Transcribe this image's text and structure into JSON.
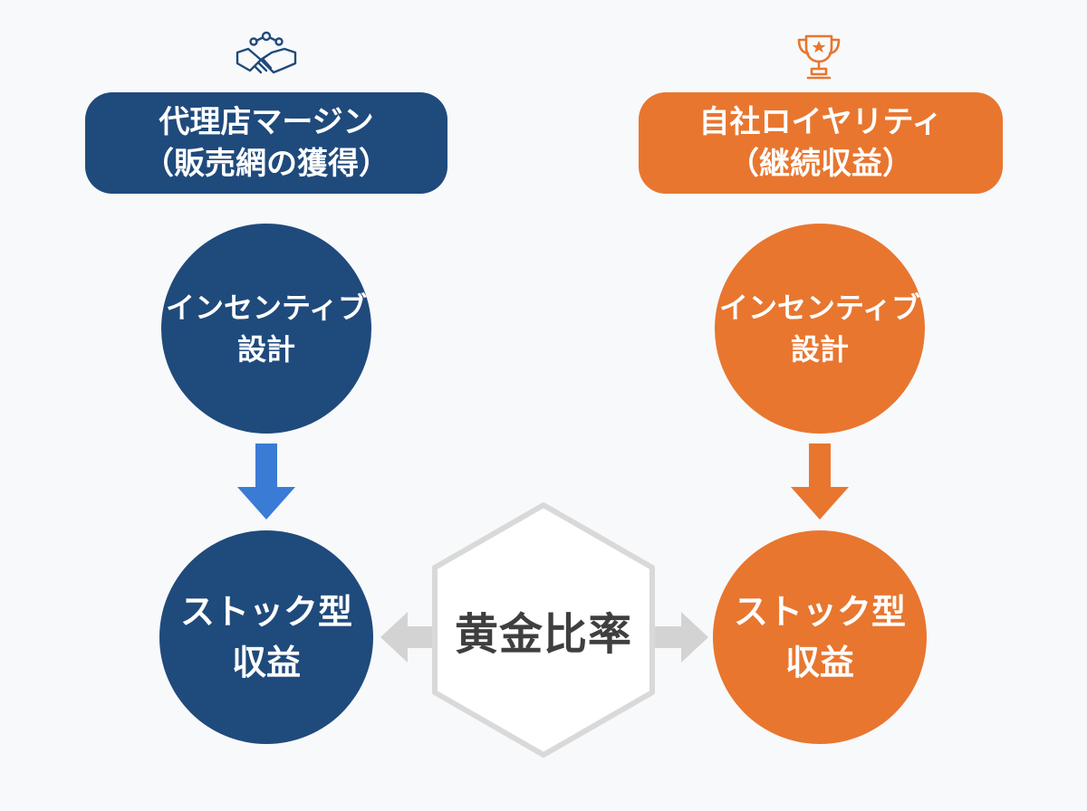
{
  "left": {
    "icon": "handshake-icon",
    "header_line1": "代理店マージン",
    "header_line2": "（販売網の獲得）",
    "incentive_line1": "インセンティブ",
    "incentive_line2": "設計",
    "stock_line1": "ストック型",
    "stock_line2": "収益",
    "color": "#1f4a7c",
    "arrow_color": "#3a7bd5"
  },
  "right": {
    "icon": "trophy-icon",
    "header_line1": "自社ロイヤリティ",
    "header_line2": "（継続収益）",
    "incentive_line1": "インセンティブ",
    "incentive_line2": "設計",
    "stock_line1": "ストック型",
    "stock_line2": "収益",
    "color": "#e8762f",
    "arrow_color": "#e8762f"
  },
  "center": {
    "label": "黄金比率",
    "border_color": "#d9d9d9",
    "arrow_color": "#d3d3d3"
  }
}
